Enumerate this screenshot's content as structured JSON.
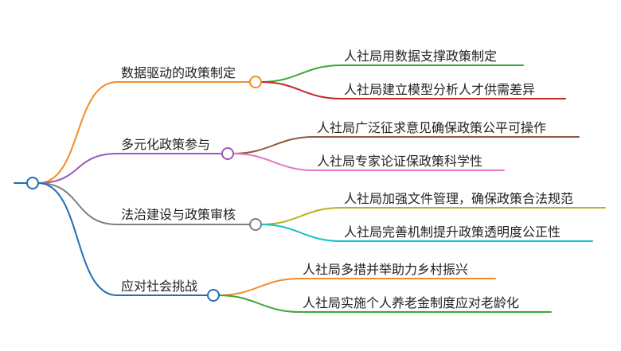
{
  "mindmap": {
    "branches": [
      {
        "label": "数据驱动的政策制定",
        "color": "#f28c28",
        "children": [
          {
            "label": "人社局用数据支撑政策制定",
            "color": "#3aa83a"
          },
          {
            "label": "人社局建立模型分析人才供需差异",
            "color": "#c62828"
          }
        ]
      },
      {
        "label": "多元化政策参与",
        "color": "#9b59b6",
        "children": [
          {
            "label": "人社局广泛征求意见确保政策公平可操作",
            "color": "#8d5a3c"
          },
          {
            "label": "人社局专家论证保政策科学性",
            "color": "#e377c2"
          }
        ]
      },
      {
        "label": "法治建设与政策审核",
        "color": "#7f7f7f",
        "children": [
          {
            "label": "人社局加强文件管理，确保政策合法规范",
            "color": "#b5b51c"
          },
          {
            "label": "人社局完善机制提升政策透明度公正性",
            "color": "#17becf"
          }
        ]
      },
      {
        "label": "应对社会挑战",
        "color": "#1f6fb2",
        "children": [
          {
            "label": "人社局多措并举助力乡村振兴",
            "color": "#f28c28"
          },
          {
            "label": "人社局实施个人养老金制度应对老龄化",
            "color": "#3aa83a"
          }
        ]
      }
    ],
    "root_color": "#1f6fb2"
  }
}
